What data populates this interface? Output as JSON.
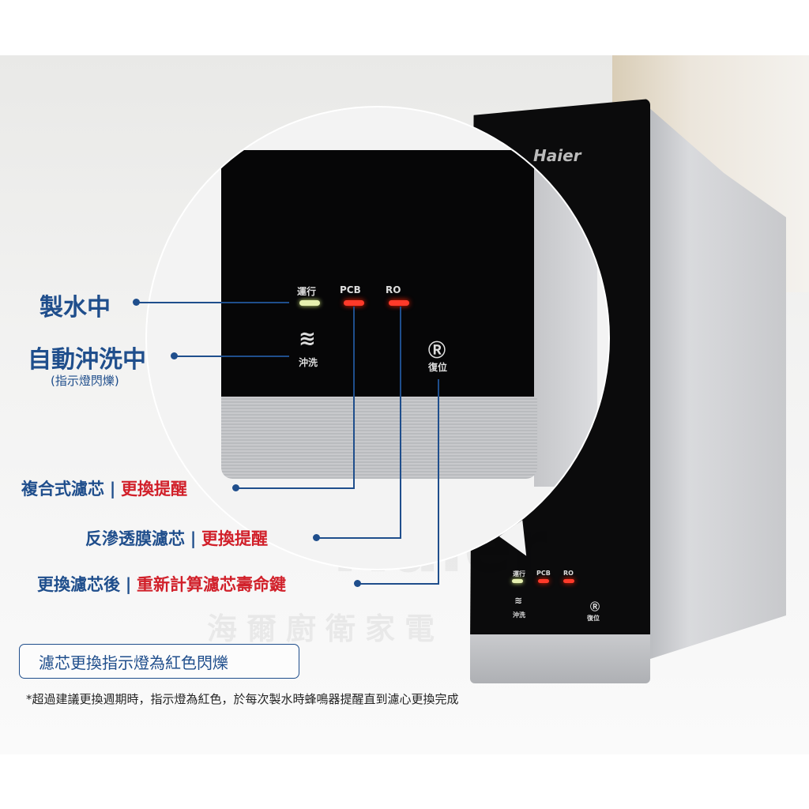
{
  "brand": "Haier",
  "watermark": {
    "logo": "Haier",
    "text": "海爾廚衛家電"
  },
  "panel": {
    "run": "運行",
    "pcb": "PCB",
    "ro": "RO",
    "flush_icon": "≋",
    "flush": "沖洗",
    "reset_icon": "Ⓡ",
    "reset": "復位"
  },
  "callouts": {
    "making": "製水中",
    "flushing": "自動沖洗中",
    "flushing_note": "(指示燈閃爍)",
    "pcb_a": "複合式濾芯",
    "pcb_b": "更換提醒",
    "ro_a": "反滲透膜濾芯",
    "ro_b": "更換提醒",
    "reset_a": "更換濾芯後",
    "reset_b": "重新計算濾芯壽命鍵",
    "sep": "|"
  },
  "notice_box": "濾芯更換指示燈為紅色閃爍",
  "footnote": "*超過建議更換週期時，指示燈為紅色，於每次製水時蜂鳴器提醒直到濾心更換完成",
  "colors": {
    "blue": "#1f4e8c",
    "red": "#d1202a"
  }
}
